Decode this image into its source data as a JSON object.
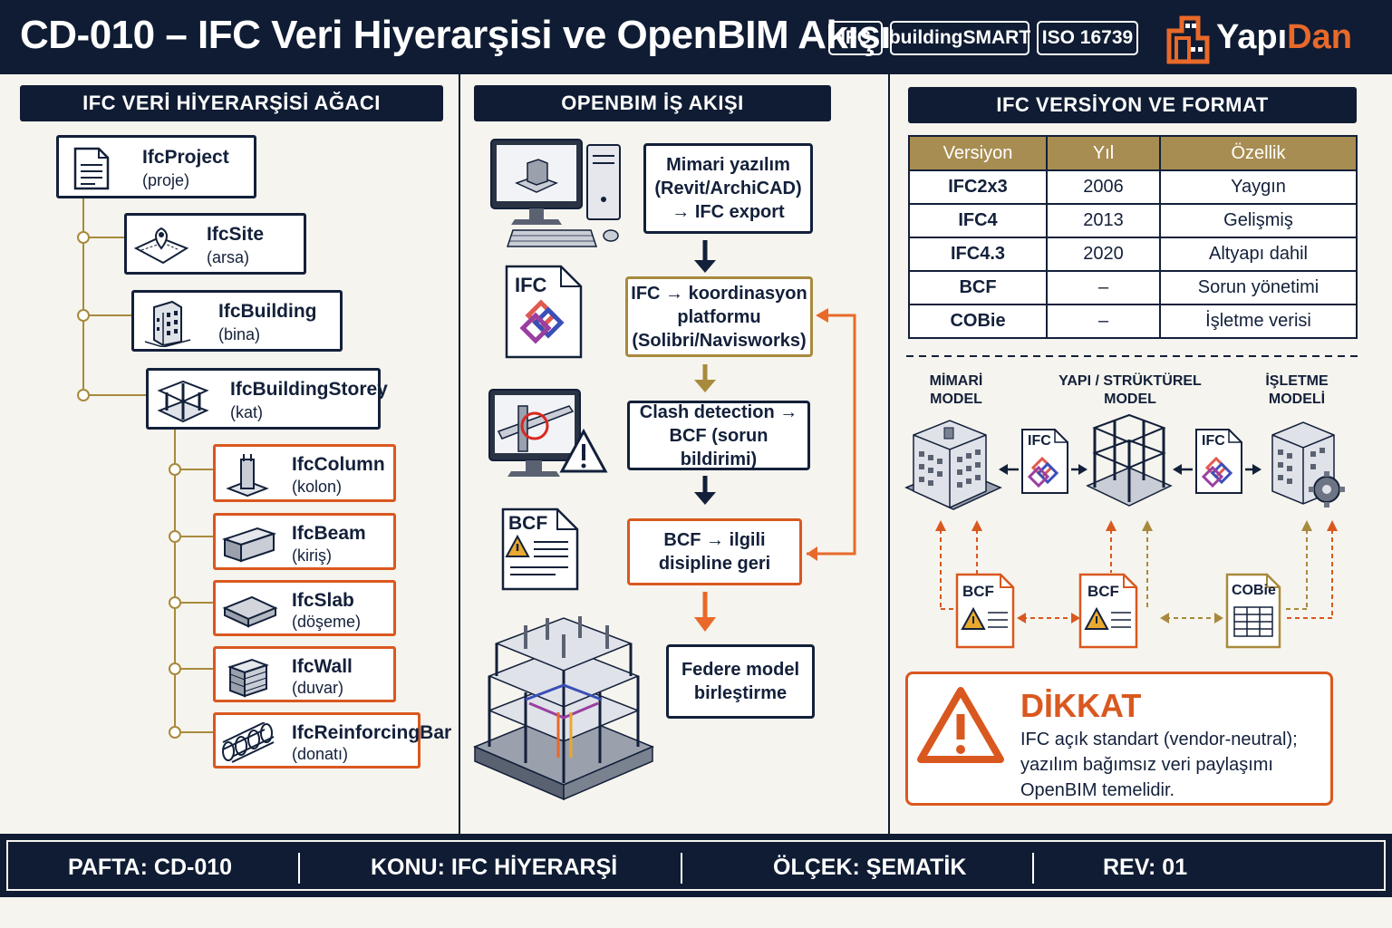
{
  "header": {
    "title": "CD-010 – IFC Veri Hiyerarşisi ve OpenBIM Akışı",
    "tags": [
      "IFC",
      "buildingSMART",
      "ISO 16739"
    ],
    "brand_part1": "Yapı",
    "brand_part2": "Dan"
  },
  "tree": {
    "heading": "IFC VERİ HİYERARŞİSİ AĞACI",
    "nodes": [
      {
        "title": "IfcProject",
        "sub": "(proje)",
        "icon": "document-icon"
      },
      {
        "title": "IfcSite",
        "sub": "(arsa)",
        "icon": "site-map-icon"
      },
      {
        "title": "IfcBuilding",
        "sub": "(bina)",
        "icon": "building-icon"
      },
      {
        "title": "IfcBuildingStorey",
        "sub": "(kat)",
        "icon": "storey-icon"
      },
      {
        "title": "IfcColumn",
        "sub": "(kolon)",
        "icon": "column-icon"
      },
      {
        "title": "IfcBeam",
        "sub": "(kiriş)",
        "icon": "beam-icon"
      },
      {
        "title": "IfcSlab",
        "sub": "(döşeme)",
        "icon": "slab-icon"
      },
      {
        "title": "IfcWall",
        "sub": "(duvar)",
        "icon": "wall-icon"
      },
      {
        "title": "IfcReinforcingBar",
        "sub": "(donatı)",
        "icon": "rebar-cage-icon"
      }
    ]
  },
  "workflow": {
    "heading": "OPENBIM İŞ AKIŞI",
    "steps": [
      "Mimari yazılım\n(Revit/ArchiCAD)\n→ IFC export",
      "IFC → koordinasyon\nplatformu\n(Solibri/Navisworks)",
      "Clash detection →\nBCF (sorun bildirimi)",
      "BCF → ilgili\ndisipline geri",
      "Federe model\nbirleştirme"
    ],
    "file_ifc": "IFC",
    "file_bcf": "BCF"
  },
  "versions": {
    "heading": "IFC VERSİYON VE FORMAT",
    "columns": [
      "Versiyon",
      "Yıl",
      "Özellik"
    ],
    "rows": [
      [
        "IFC2x3",
        "2006",
        "Yaygın"
      ],
      [
        "IFC4",
        "2013",
        "Gelişmiş"
      ],
      [
        "IFC4.3",
        "2020",
        "Altyapı dahil"
      ],
      [
        "BCF",
        "–",
        "Sorun yönetimi"
      ],
      [
        "COBie",
        "–",
        "İşletme verisi"
      ]
    ]
  },
  "models": {
    "labels": [
      "MİMARİ\nMODEL",
      "YAPI / STRÜKTÜREL\nMODEL",
      "İŞLETME\nMODELİ"
    ],
    "ifc_label": "IFC",
    "bcf_label": "BCF",
    "cobie_label": "COBie"
  },
  "warning": {
    "title": "DİKKAT",
    "text": "IFC açık standart (vendor-neutral);\nyazılım bağımsız veri paylaşımı\nOpenBIM temelidir."
  },
  "footer": {
    "sheet": "PAFTA: CD-010",
    "topic": "KONU:  IFC HİYERARŞİ",
    "scale": "ÖLÇEK:  ŞEMATİK",
    "rev": "REV: 01"
  },
  "colors": {
    "navy": "#0f1c33",
    "orange": "#d9581f",
    "gold": "#a88a3d",
    "table_header": "#a88d52"
  }
}
